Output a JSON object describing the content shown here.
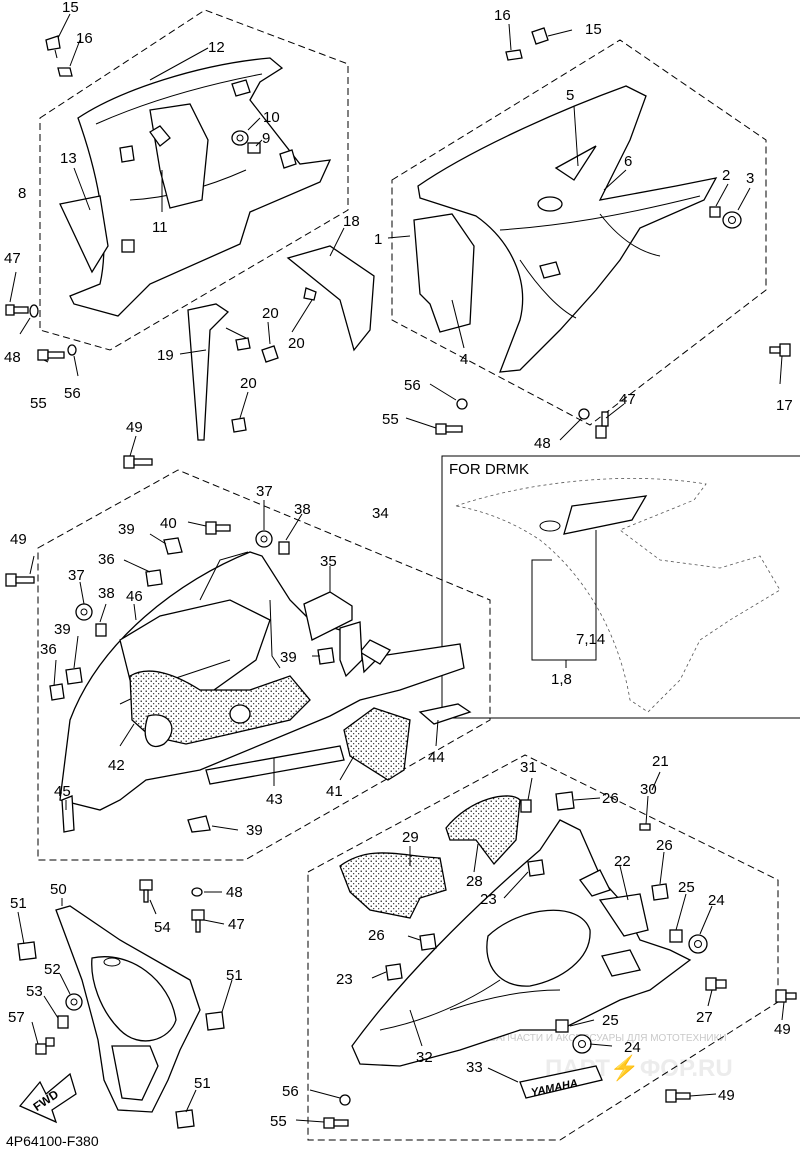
{
  "callouts": [
    {
      "text": "15"
    },
    {
      "text": "16"
    },
    {
      "text": "12"
    },
    {
      "text": "10"
    },
    {
      "text": "9"
    },
    {
      "text": "13"
    },
    {
      "text": "8"
    },
    {
      "text": "11"
    },
    {
      "text": "18"
    },
    {
      "text": "47"
    },
    {
      "text": "48"
    },
    {
      "text": "55"
    },
    {
      "text": "56"
    },
    {
      "text": "19"
    },
    {
      "text": "20"
    },
    {
      "text": "20"
    },
    {
      "text": "20"
    },
    {
      "text": "16"
    },
    {
      "text": "15"
    },
    {
      "text": "5"
    },
    {
      "text": "6"
    },
    {
      "text": "2"
    },
    {
      "text": "3"
    },
    {
      "text": "1"
    },
    {
      "text": "4"
    },
    {
      "text": "56"
    },
    {
      "text": "55"
    },
    {
      "text": "48"
    },
    {
      "text": "47"
    },
    {
      "text": "17"
    },
    {
      "text": "49"
    },
    {
      "text": "37"
    },
    {
      "text": "38"
    },
    {
      "text": "34"
    },
    {
      "text": "40"
    },
    {
      "text": "39"
    },
    {
      "text": "36"
    },
    {
      "text": "35"
    },
    {
      "text": "49"
    },
    {
      "text": "37"
    },
    {
      "text": "38"
    },
    {
      "text": "46"
    },
    {
      "text": "39"
    },
    {
      "text": "36"
    },
    {
      "text": "39"
    },
    {
      "text": "42"
    },
    {
      "text": "43"
    },
    {
      "text": "41"
    },
    {
      "text": "44"
    },
    {
      "text": "45"
    },
    {
      "text": "39"
    },
    {
      "text": "48"
    },
    {
      "text": "54"
    },
    {
      "text": "47"
    },
    {
      "text": "50"
    },
    {
      "text": "51"
    },
    {
      "text": "52"
    },
    {
      "text": "53"
    },
    {
      "text": "57"
    },
    {
      "text": "51"
    },
    {
      "text": "51"
    },
    {
      "text": "21"
    },
    {
      "text": "31"
    },
    {
      "text": "26"
    },
    {
      "text": "30"
    },
    {
      "text": "29"
    },
    {
      "text": "28"
    },
    {
      "text": "22"
    },
    {
      "text": "26"
    },
    {
      "text": "23"
    },
    {
      "text": "25"
    },
    {
      "text": "24"
    },
    {
      "text": "26"
    },
    {
      "text": "23"
    },
    {
      "text": "27"
    },
    {
      "text": "49"
    },
    {
      "text": "25"
    },
    {
      "text": "24"
    },
    {
      "text": "56"
    },
    {
      "text": "32"
    },
    {
      "text": "33"
    },
    {
      "text": "49"
    },
    {
      "text": "55"
    }
  ],
  "inset": {
    "title": "FOR DRMK",
    "label_a": "7,14",
    "label_b": "1,8"
  },
  "fwd_label": "FWD",
  "emblem_text": "YAMAHA",
  "diagram_code": "4P64100-F380",
  "watermark": {
    "line1": "ЗАПЧАСТИ И АКСЕССУАРЫ ДЛЯ МОТОТЕХНИКИ",
    "line2": "ПАРТ⚡ФОР.RU"
  }
}
